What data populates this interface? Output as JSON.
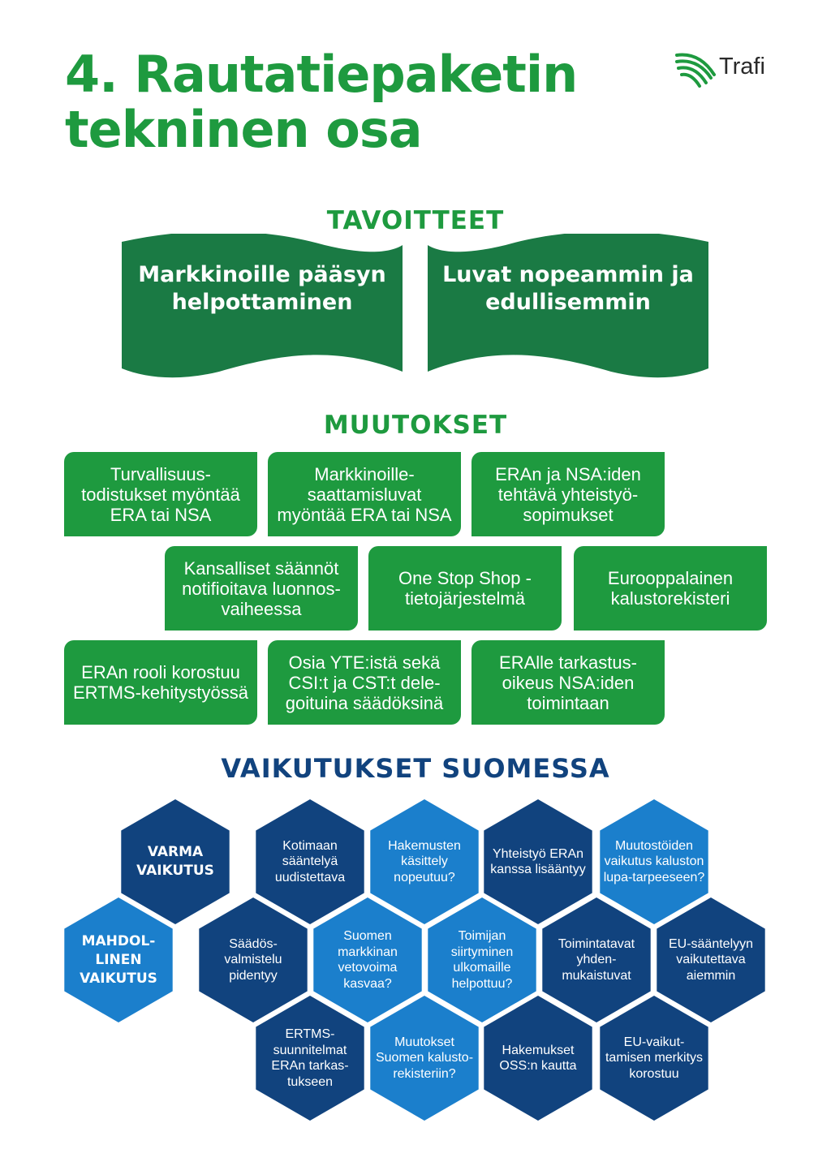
{
  "title": {
    "line1": "4. Rautatiepaketin",
    "line2": "tekninen osa"
  },
  "logo": {
    "text": "Trafi"
  },
  "colors": {
    "green": "#1e9a3f",
    "dark_green": "#1a7a44",
    "navy": "#11437e",
    "light_blue": "#1b7fcc"
  },
  "goals": {
    "heading": "TAVOITTEET",
    "items": [
      {
        "text": "Markkinoille pääsyn helpottaminen"
      },
      {
        "text": "Luvat nopeammin ja edullisemmin"
      }
    ]
  },
  "changes": {
    "heading": "MUUTOKSET",
    "items": [
      {
        "text": "Turvallisuus-todistukset myöntää ERA tai NSA"
      },
      {
        "text": "Markkinoille-saattamisluvat myöntää ERA tai NSA"
      },
      {
        "text": "ERAn ja NSA:iden tehtävä yhteistyö-sopimukset"
      },
      {
        "text": "Kansalliset säännöt notifioitava luonnos-vaiheessa"
      },
      {
        "text": "One Stop Shop -tietojärjestelmä"
      },
      {
        "text": "Eurooppalainen kalustorekisteri"
      },
      {
        "text": "ERAn rooli korostuu ERTMS-kehitystyössä"
      },
      {
        "text": "Osia YTE:istä sekä CSI:t ja CST:t dele-goituina säädöksinä"
      },
      {
        "text": "ERAlle tarkastus-oikeus NSA:iden toimintaan"
      }
    ]
  },
  "effects": {
    "heading": "VAIKUTUKSET SUOMESSA",
    "legend": [
      {
        "text": "VARMA VAIKUTUS",
        "kind": "certain"
      },
      {
        "text": "MAHDOL-LINEN VAIKUTUS",
        "kind": "possible"
      }
    ],
    "items": [
      {
        "text": "Kotimaan sääntelyä uudistettava",
        "kind": "certain"
      },
      {
        "text": "Hakemusten käsittely nopeutuu?",
        "kind": "possible"
      },
      {
        "text": "Yhteistyö ERAn kanssa lisääntyy",
        "kind": "certain"
      },
      {
        "text": "Muutostöiden vaikutus kaluston lupa-tarpeeseen?",
        "kind": "possible"
      },
      {
        "text": "Säädös-valmistelu pidentyy",
        "kind": "certain"
      },
      {
        "text": "Suomen markkinan vetovoima kasvaa?",
        "kind": "possible"
      },
      {
        "text": "Toimijan siirtyminen ulkomaille helpottuu?",
        "kind": "possible"
      },
      {
        "text": "Toimintatavat yhden-mukaistuvat",
        "kind": "certain"
      },
      {
        "text": "EU-sääntelyyn vaikutettava aiemmin",
        "kind": "certain"
      },
      {
        "text": "ERTMS-suunnitelmat ERAn tarkas-tukseen",
        "kind": "certain"
      },
      {
        "text": "Muutokset Suomen kalusto-rekisteriin?",
        "kind": "possible"
      },
      {
        "text": "Hakemukset OSS:n kautta",
        "kind": "certain"
      },
      {
        "text": "EU-vaikut-tamisen merkitys korostuu",
        "kind": "certain"
      }
    ]
  }
}
